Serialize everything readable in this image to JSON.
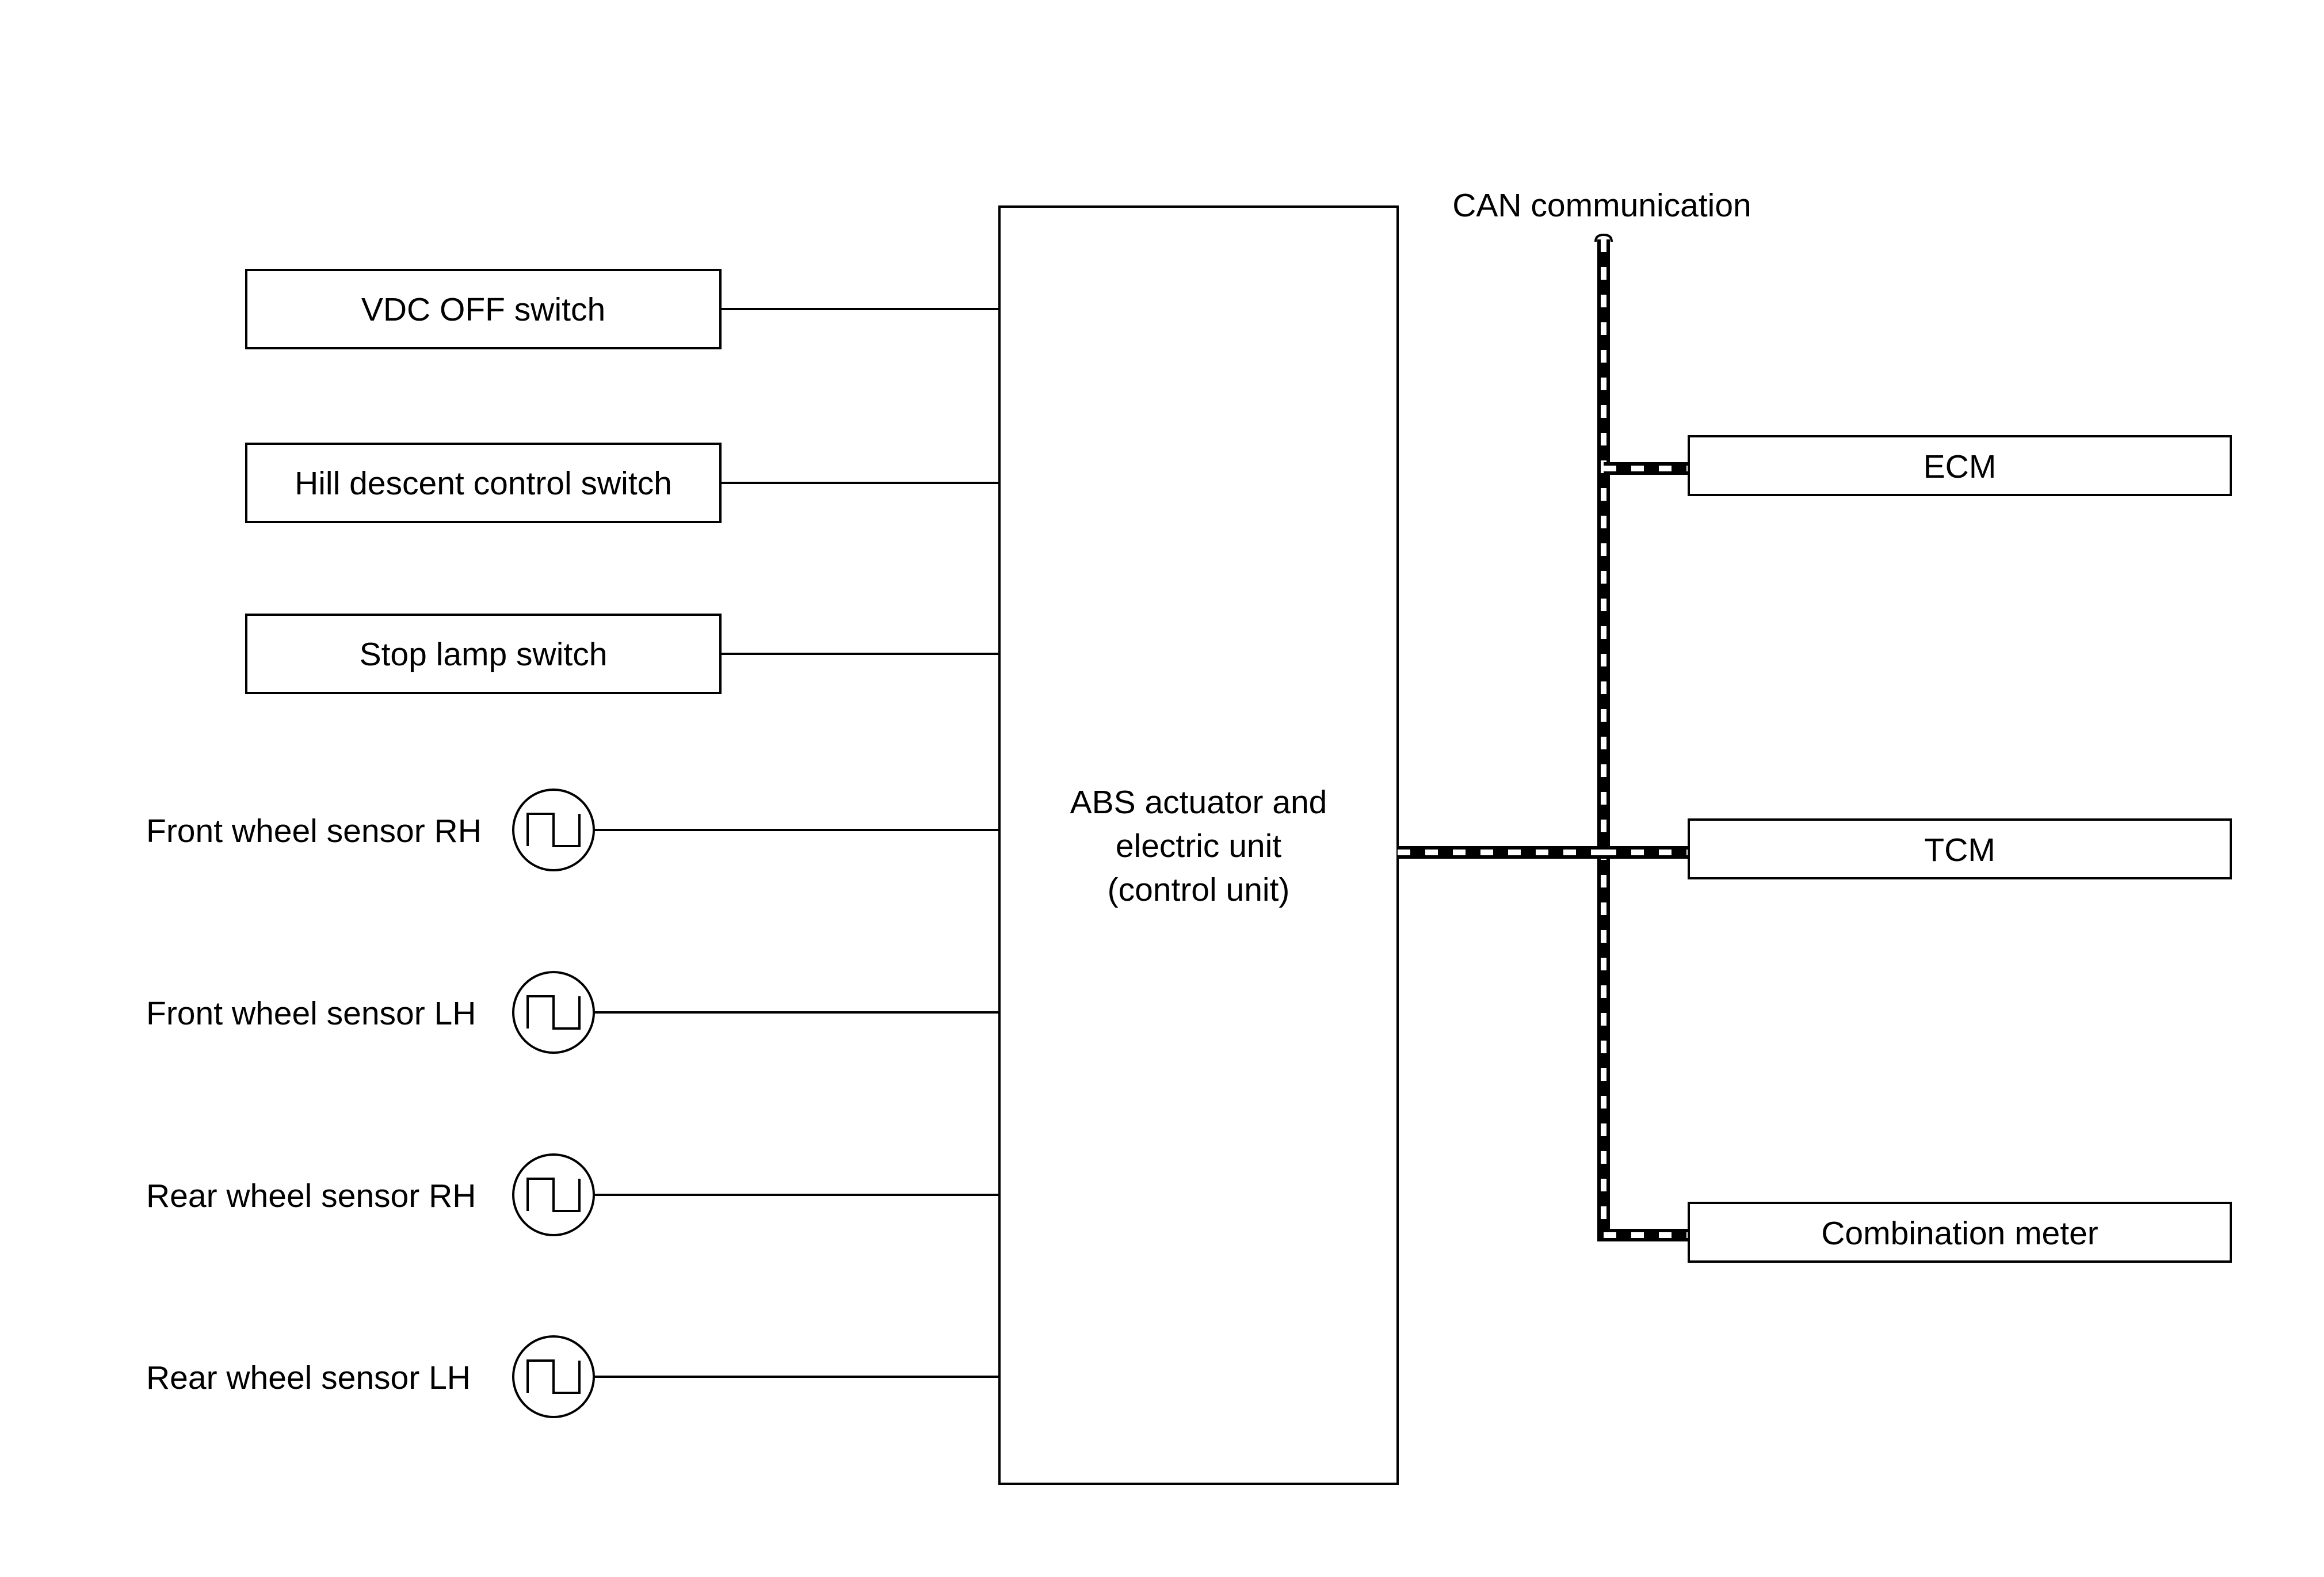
{
  "switches": [
    {
      "id": "vdc-off-switch",
      "label": "VDC OFF switch"
    },
    {
      "id": "hill-descent-control-switch",
      "label": "Hill descent control switch"
    },
    {
      "id": "stop-lamp-switch",
      "label": "Stop lamp switch"
    }
  ],
  "wheel_sensors": [
    {
      "id": "front-wheel-sensor-rh",
      "label": "Front wheel sensor RH"
    },
    {
      "id": "front-wheel-sensor-lh",
      "label": "Front wheel sensor LH"
    },
    {
      "id": "rear-wheel-sensor-rh",
      "label": "Rear wheel sensor RH"
    },
    {
      "id": "rear-wheel-sensor-lh",
      "label": "Rear wheel sensor LH"
    }
  ],
  "control_unit": {
    "lines": [
      "ABS actuator and",
      "electric unit",
      "(control unit)"
    ]
  },
  "can_bus": {
    "label": "CAN communication"
  },
  "can_nodes": [
    {
      "id": "ecm",
      "label": "ECM"
    },
    {
      "id": "tcm",
      "label": "TCM"
    },
    {
      "id": "combination-meter",
      "label": "Combination meter"
    }
  ]
}
